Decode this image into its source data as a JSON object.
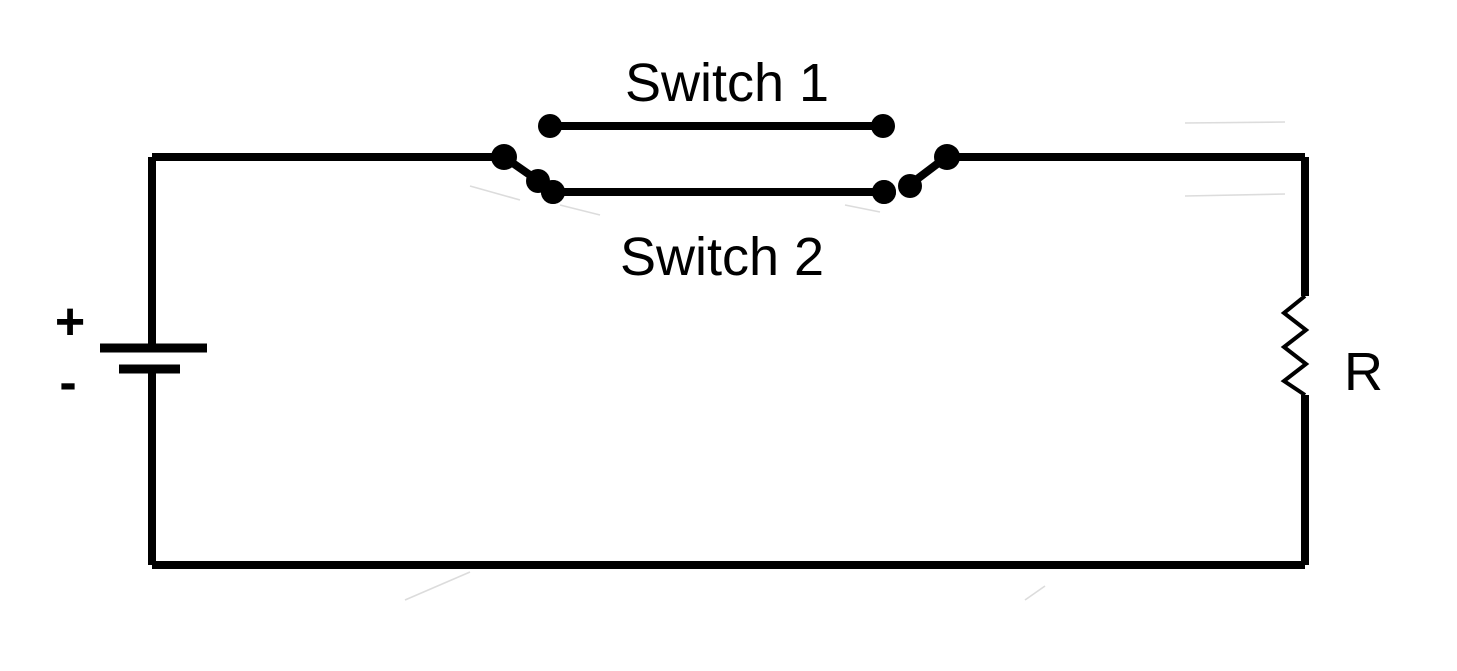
{
  "diagram": {
    "title": "Two-switch circuit with battery and resistor",
    "background_color": "#ffffff",
    "stroke_color": "#000000",
    "artifact_color": "#d8d8d8"
  },
  "labels": {
    "switch1": "Switch 1",
    "switch2": "Switch 2",
    "resistor": "R",
    "battery_positive": "+",
    "battery_negative": "-"
  },
  "components": {
    "battery": {
      "name": "battery",
      "positive_plate_label": "+",
      "negative_plate_label": "-"
    },
    "resistor": {
      "name": "resistor",
      "label": "R"
    },
    "switch_top": {
      "name": "switch-1",
      "label": "Switch 1",
      "state": "open"
    },
    "switch_bottom": {
      "name": "switch-2",
      "label": "Switch 2",
      "state": "closed"
    }
  }
}
